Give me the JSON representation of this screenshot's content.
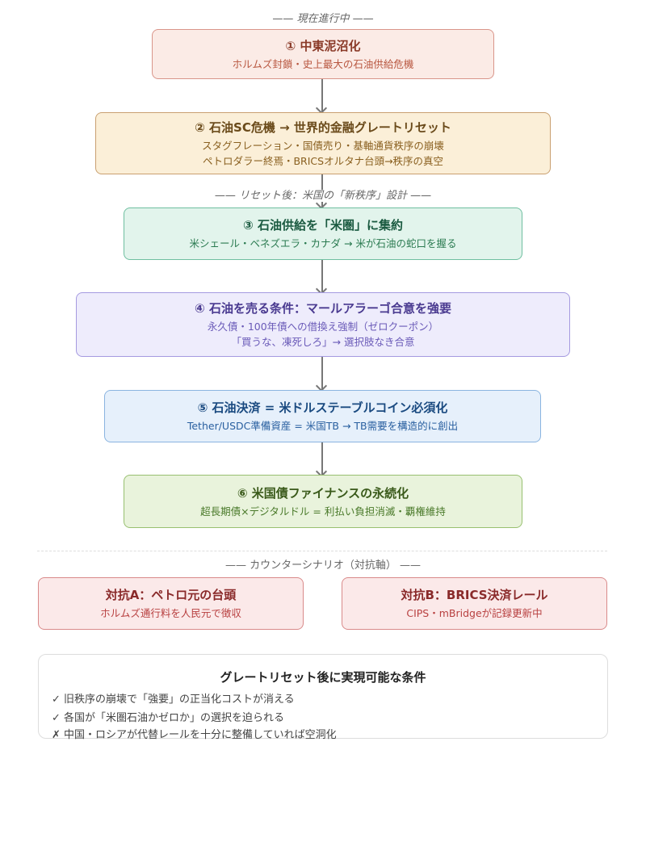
{
  "labels": {
    "current": "—— 現在進行中 ——",
    "reset": "—— リセット後：米国の「新秩序」設計 ——",
    "counter": "—— カウンターシナリオ（対抗軸） ——"
  },
  "steps": [
    {
      "title": "① 中東泥沼化",
      "lines": [
        "ホルムズ封鎖・史上最大の石油供給危機"
      ]
    },
    {
      "title": "② 石油SC危機 → 世界的金融グレートリセット",
      "lines": [
        "スタグフレーション・国債売り・基軸通貨秩序の崩壊",
        "ペトロダラー終焉・BRICSオルタナ台頭→秩序の真空"
      ]
    },
    {
      "title": "③ 石油供給を「米圏」に集約",
      "lines": [
        "米シェール・ベネズエラ・カナダ → 米が石油の蛇口を握る"
      ]
    },
    {
      "title": "④ 石油を売る条件：マールアラーゴ合意を強要",
      "lines": [
        "永久債・100年債への借換え強制（ゼロクーポン）",
        "「買うな、凍死しろ」→ 選択肢なき合意"
      ]
    },
    {
      "title": "⑤ 石油決済 = 米ドルステーブルコイン必須化",
      "lines": [
        "Tether/USDC準備資産 = 米国TB → TB需要を構造的に創出"
      ]
    },
    {
      "title": "⑥ 米国債ファイナンスの永続化",
      "lines": [
        "超長期債×デジタルドル = 利払い負担消滅・覇権維持"
      ]
    }
  ],
  "counter": [
    {
      "title": "対抗A：ペトロ元の台頭",
      "sub": "ホルムズ通行料を人民元で徴収"
    },
    {
      "title": "対抗B：BRICS決済レール",
      "sub": "CIPS・mBridgeが記録更新中"
    }
  ],
  "conditions": {
    "title": "グレートリセット後に実現可能な条件",
    "items": [
      "✓ 旧秩序の崩壊で「強要」の正当化コストが消える",
      "✓ 各国が「米圏石油かゼロか」の選択を迫られる",
      "✗ 中国・ロシアが代替レールを十分に整備していれば空洞化"
    ]
  }
}
